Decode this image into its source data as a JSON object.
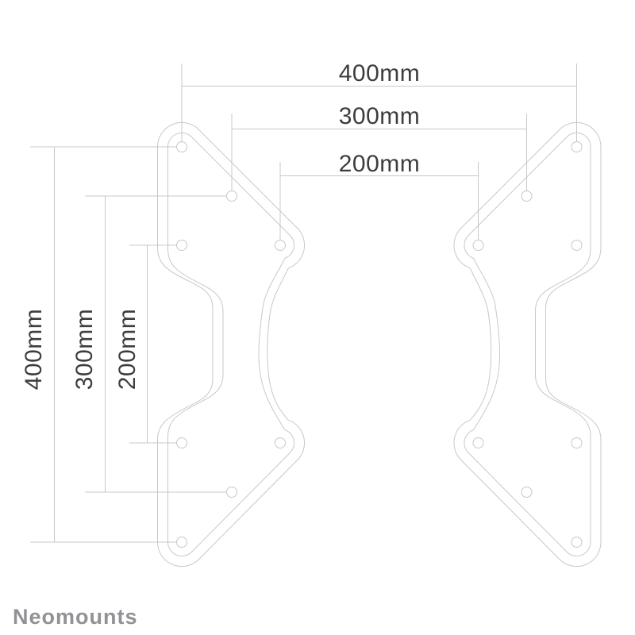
{
  "brand": {
    "logo_text": "Neomounts",
    "logo_color": "#929296"
  },
  "diagram": {
    "type": "technical-dimension-drawing",
    "subject": "VESA adapter plates, front view, two mirrored plates",
    "units": "mm",
    "line_color": "#c7c8cc",
    "label_color": "#3d3d3e",
    "background_color": "#ffffff",
    "top_dimensions": [
      {
        "label": "400mm",
        "value": 400
      },
      {
        "label": "300mm",
        "value": 300
      },
      {
        "label": "200mm",
        "value": 200
      }
    ],
    "left_dimensions": [
      {
        "label": "400mm",
        "value": 400
      },
      {
        "label": "300mm",
        "value": 300
      },
      {
        "label": "200mm",
        "value": 200
      }
    ],
    "plates": [
      {
        "name": "left adapter plate",
        "holes": 8
      },
      {
        "name": "right adapter plate",
        "holes": 8
      }
    ]
  }
}
